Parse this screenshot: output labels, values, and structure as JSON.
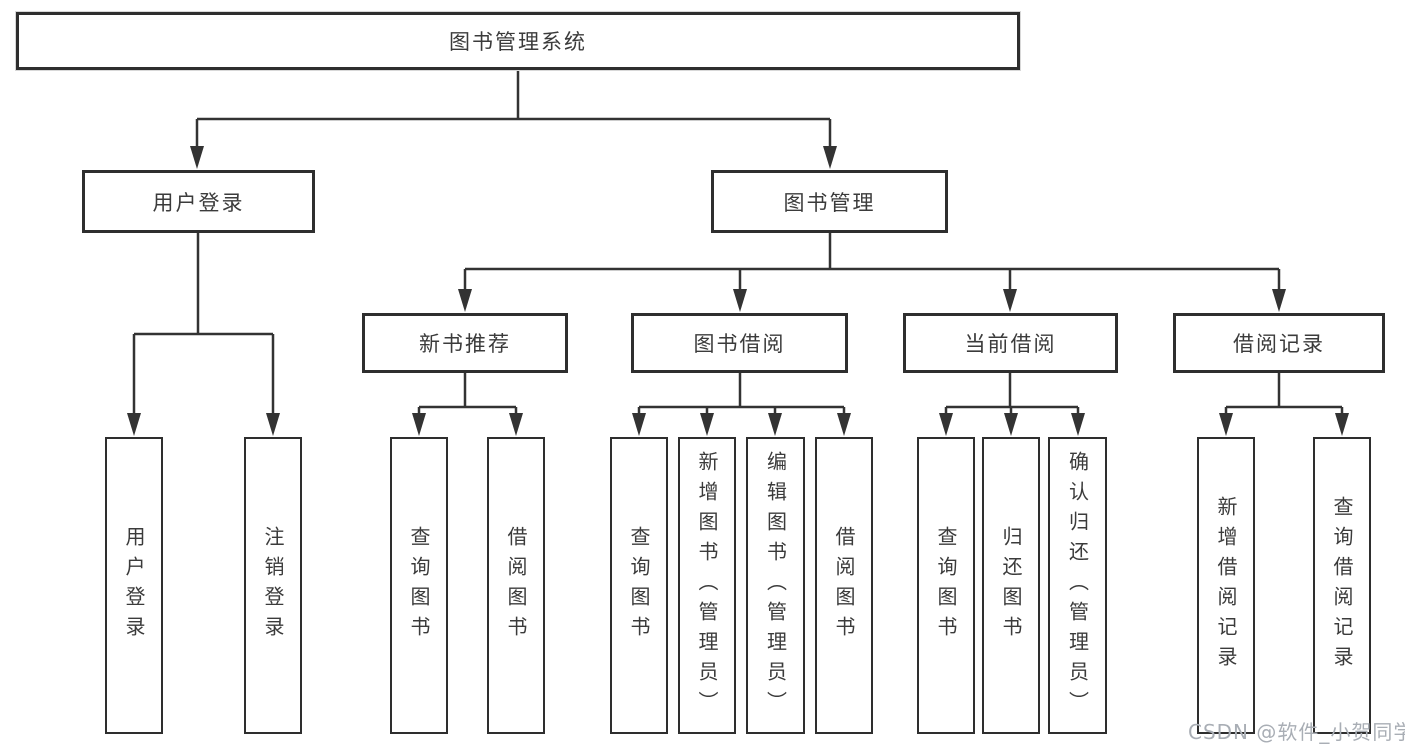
{
  "diagram": {
    "root": {
      "label": "图书管理系统",
      "children": [
        {
          "label": "用户登录",
          "children": [
            {
              "label": "用户登录"
            },
            {
              "label": "注销登录"
            }
          ]
        },
        {
          "label": "图书管理",
          "children": [
            {
              "label": "新书推荐",
              "children": [
                {
                  "label": "查询图书"
                },
                {
                  "label": "借阅图书"
                }
              ]
            },
            {
              "label": "图书借阅",
              "children": [
                {
                  "label": "查询图书"
                },
                {
                  "label": "新增图书（管理员）"
                },
                {
                  "label": "编辑图书（管理员）"
                },
                {
                  "label": "借阅图书"
                }
              ]
            },
            {
              "label": "当前借阅",
              "children": [
                {
                  "label": "查询图书"
                },
                {
                  "label": "归还图书"
                },
                {
                  "label": "确认归还（管理员）"
                }
              ]
            },
            {
              "label": "借阅记录",
              "children": [
                {
                  "label": "新增借阅记录"
                },
                {
                  "label": "查询借阅记录"
                }
              ]
            }
          ]
        }
      ]
    }
  },
  "colors": {
    "line": "#333333",
    "box_border": "#2e2e2e",
    "watermark": "#a9aeb5"
  },
  "watermark": {
    "text": "CSDN @软件_小贺同学"
  }
}
